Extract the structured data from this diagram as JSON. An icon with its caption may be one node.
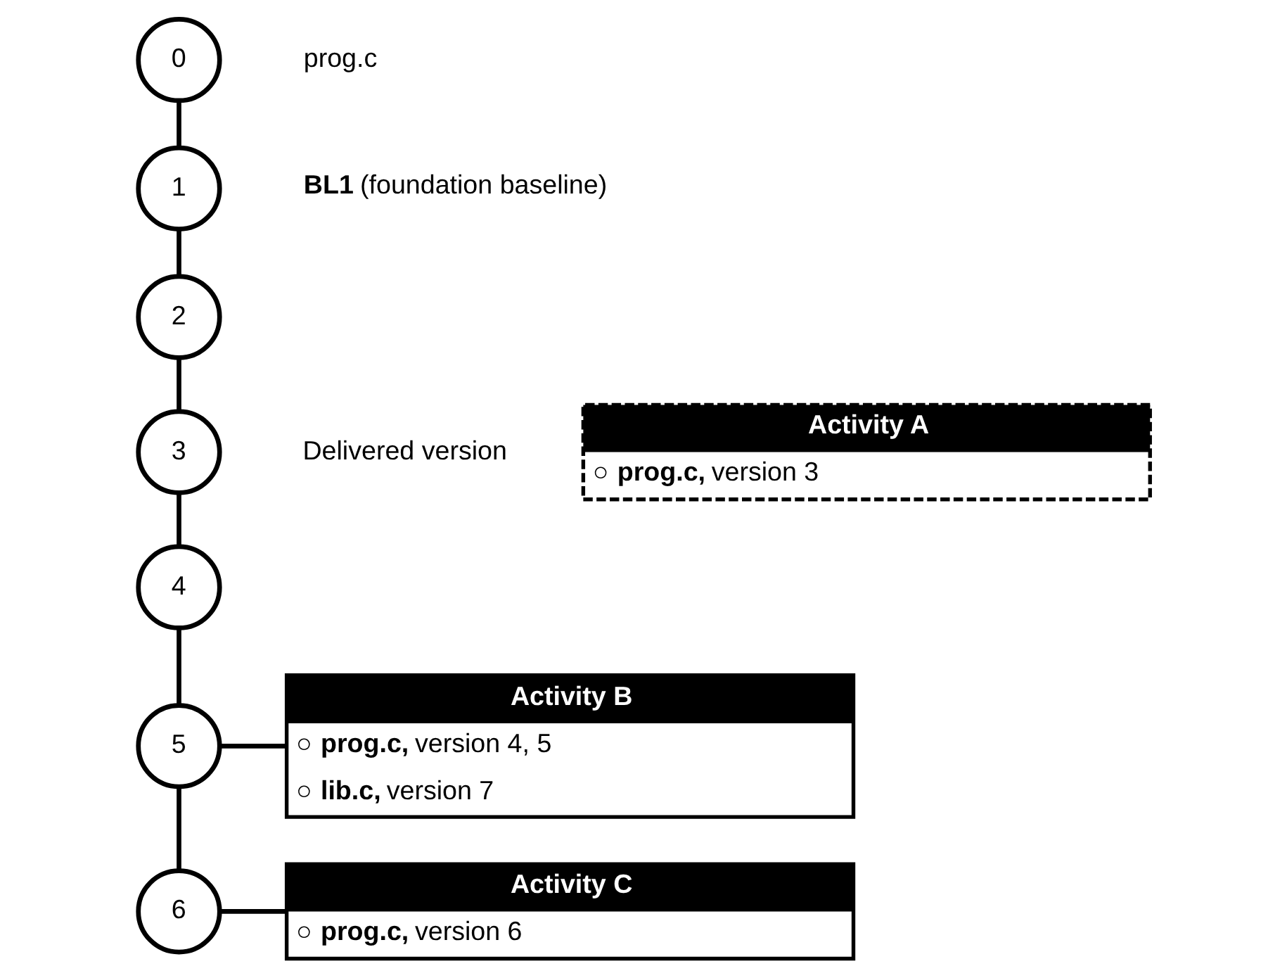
{
  "diagram": {
    "nodes": [
      {
        "text": [
          "0"
        ],
        "beside": [
          "prog.c"
        ]
      },
      {
        "text": [
          "1"
        ],
        "beside": [
          "**BL1** (foundation baseline)"
        ]
      },
      {
        "text": [
          "2"
        ]
      },
      {
        "text": [
          "3"
        ],
        "beside": [
          "Delivered version"
        ]
      },
      {
        "text": [
          "4"
        ]
      },
      {
        "text": [
          "5"
        ]
      },
      {
        "text": [
          "6"
        ]
      },
      {
        "text": [
          "Activity A",
          "○ **prog.c,** version 3"
        ]
      },
      {
        "text": [
          "Activity B",
          "○ **prog.c,** version 4, 5",
          "○ **lib.c,** version 7"
        ]
      },
      {
        "text": [
          "Activity C",
          "○ **prog.c,** version 6"
        ]
      }
    ],
    "edges": [
      {
        "from": 0,
        "to": 1,
        "arrow": "none"
      },
      {
        "from": 1,
        "to": 2,
        "arrow": "none"
      },
      {
        "from": 2,
        "to": 3,
        "arrow": "none"
      },
      {
        "from": 3,
        "to": 4,
        "arrow": "none"
      },
      {
        "from": 4,
        "to": 5,
        "arrow": "none"
      },
      {
        "from": 5,
        "to": 6,
        "arrow": "none"
      },
      {
        "from": 5,
        "to": 8,
        "arrow": "none"
      },
      {
        "from": 6,
        "to": 9,
        "arrow": "none"
      }
    ]
  }
}
